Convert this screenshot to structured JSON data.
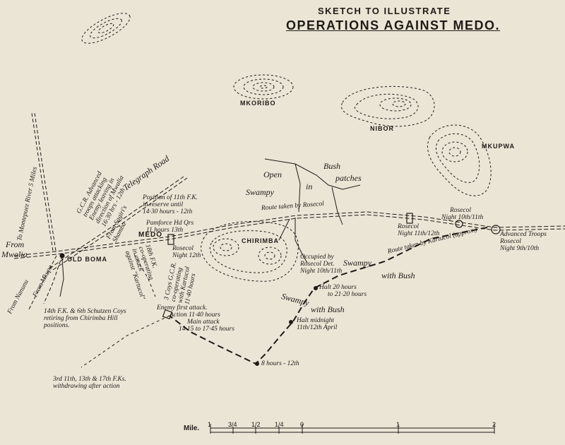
{
  "title": {
    "line1": "SKETCH TO ILLUSTRATE",
    "line2": "OPERATIONS AGAINST MEDO."
  },
  "places": {
    "medo": "MEDO",
    "old_boma": "OLD BOMA",
    "chirimba": "CHIRIMBA",
    "mkoribo": "MKORIBO",
    "nibor": "NIBOR",
    "mkupwa": "MKUPWA"
  },
  "terrain": {
    "open": "Open",
    "bush": "Bush",
    "in": "in",
    "patches": "patches",
    "swampy_north": "Swampy",
    "swampy_east": "Swampy",
    "with_bush_east": "with Bush",
    "swampy_south": "Swampy",
    "with_bush_south": "with Bush"
  },
  "roads": {
    "telegraph_road": "Telegraph Road",
    "to_montepuez": "To Montepuez River 5 Miles",
    "from_mwalia_1": "From",
    "from_mwalia_2": "Mwalia",
    "from_nanunu": "From Nanunu",
    "from_mkupa": "From Mkupa",
    "route_rosecol": "Route taken by Rosecol",
    "route_kartucol": "Route taken by Kartucol (approx.)"
  },
  "annotations": {
    "gcr_1": "G.C.R. Advanced",
    "gcr_2": "troops attacking",
    "gcr_3": "Enemy leaving in",
    "gcr_4": "direction of Mwalia",
    "gcr_5": "16·30 hrs - 12th",
    "from_sagiri_1": "From Sagiri's",
    "from_sagiri_2": "Shamba",
    "fk11_1": "Position of 11th F.K.",
    "fk11_2": "in reserve until",
    "fk11_3": "14·30 hours - 12th",
    "pamforce_1": "Pamforce Hd Qrs",
    "pamforce_2": "11 hours 13th",
    "rosecol_medo_1": "Rosecol",
    "rosecol_medo_2": "Night 12th",
    "bf_1": "18th F.K.",
    "bf_2": "co-operating",
    "bf_3": "in attack",
    "bf_4": "against \"Kartucol\"",
    "coys_1": "3 Coys G.C.R.",
    "coys_2": "co-operating",
    "coys_3": "with Kartucol",
    "coys_4": "11·40 hours",
    "fk14_1": "14th F.K. & 6th Schutzen Coys",
    "fk14_2": "retiring from Chirimba Hill",
    "fk14_3": "positions.",
    "enemy_1": "Enemy first attack.",
    "enemy_2": "Action 11·40 hours",
    "main_1": "Main attack",
    "main_2": "14·15 to 17·45 hours",
    "fk3_1": "3rd 11th, 13th & 17th F.Ks.",
    "fk3_2": "withdrawing after action",
    "occupied_1": "Occupied by",
    "occupied_2": "Rosecol Det.",
    "occupied_3": "Night 10th/11th",
    "halt20_1": "Halt 20 hours",
    "halt20_2": "to 21·20 hours",
    "haltmid_1": "Halt midnight",
    "haltmid_2": "11th/12th April",
    "hours8": "8 hours - 12th",
    "rosecol1112_1": "Rosecol",
    "rosecol1112_2": "Night 11th/12th",
    "rosecol1011_1": "Rosecol",
    "rosecol1011_2": "Night 10th/11th",
    "adv_1": "Advanced Troops",
    "adv_2": "Rosecol",
    "adv_3": "Night 9th/10th"
  },
  "scale": {
    "label": "Mile.",
    "ticks": [
      "1",
      "3/4",
      "1/2",
      "1/4",
      "0",
      "1",
      "2"
    ]
  }
}
